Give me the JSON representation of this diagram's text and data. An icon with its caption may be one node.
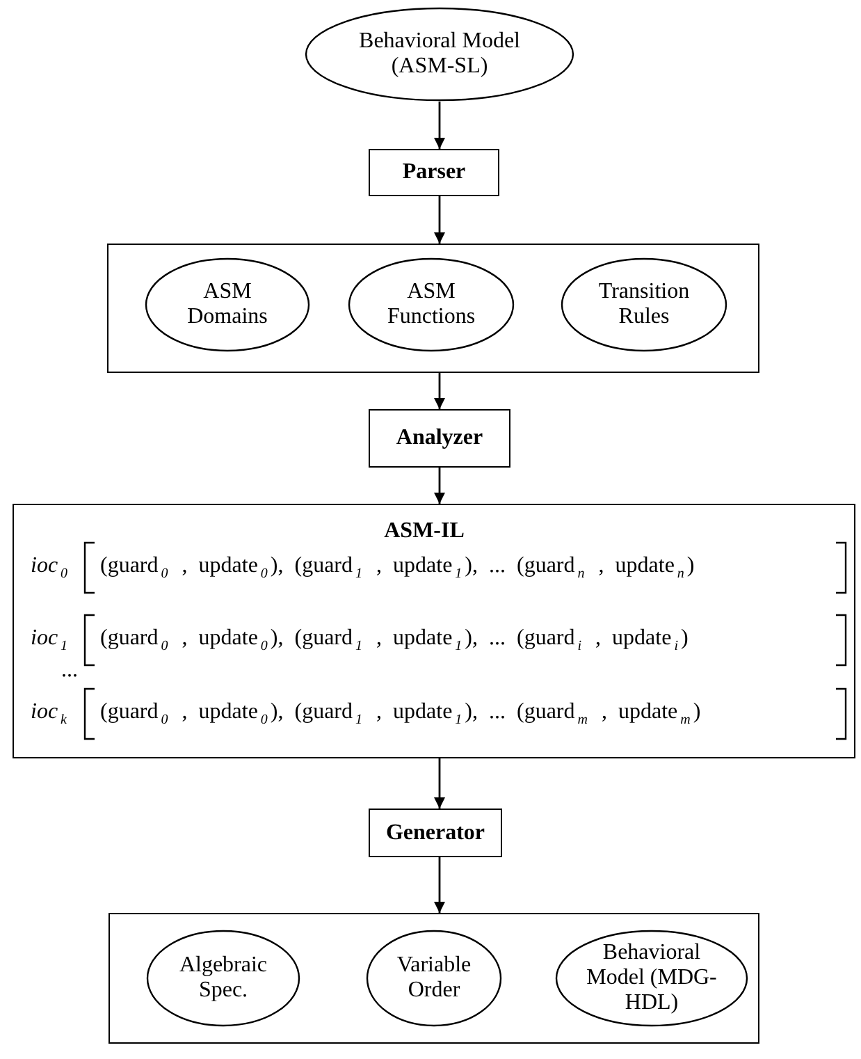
{
  "diagram": {
    "nodes": [
      {
        "text": [
          "Behavioral Model (ASM-SL)"
        ]
      },
      {
        "text": [
          "Parser"
        ]
      },
      {
        "text": [],
        "shape": "box"
      },
      {
        "text": [
          "ASM Domains"
        ],
        "in": 2
      },
      {
        "text": [
          "ASM Functions"
        ],
        "in": 2
      },
      {
        "text": [
          "Transition Rules"
        ],
        "in": 2
      },
      {
        "text": [
          "Analyzer"
        ]
      },
      {
        "text": [
          "ASM-IL",
          "ioc$_{0}$",
          "(guard$_{0}$ , update$_{0}$), (guard$_{1}$ , update$_{1}$), ... (guard$_{n}$ , update$_{n}$)",
          "ioc$_{1}$",
          "(guard$_{0}$ , update$_{0}$), (guard$_{1}$ , update$_{1}$), ... (guard$_{i}$ , update$_{i}$)",
          "...",
          "ioc$_{k}$",
          "(guard$_{0}$ , update$_{0}$), (guard$_{1}$ , update$_{1}$), ... (guard$_{m}$ , update$_{m}$)"
        ]
      },
      {
        "text": [
          "Generator"
        ]
      },
      {
        "text": [],
        "shape": "box"
      },
      {
        "text": [
          "Algebraic Spec."
        ],
        "in": 9
      },
      {
        "text": [
          "Variable Order"
        ],
        "in": 9
      },
      {
        "text": [
          "Behavioral Model (MDG-HDL)"
        ],
        "in": 9
      }
    ],
    "edges": [
      {
        "from": 0,
        "to": 1,
        "arrow": "to"
      },
      {
        "from": 1,
        "to": 2,
        "arrow": "to"
      },
      {
        "from": 2,
        "to": 6,
        "arrow": "to"
      },
      {
        "from": 6,
        "to": 7,
        "arrow": "to"
      },
      {
        "from": 7,
        "to": 8,
        "arrow": "to"
      },
      {
        "from": 8,
        "to": 9,
        "arrow": "to"
      }
    ]
  }
}
